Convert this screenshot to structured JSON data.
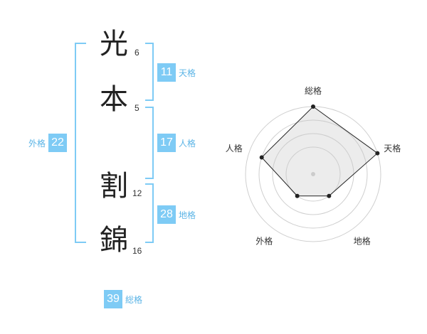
{
  "name": {
    "chars": [
      {
        "kanji": "光",
        "strokes": "6"
      },
      {
        "kanji": "本",
        "strokes": "5"
      },
      {
        "kanji": "割",
        "strokes": "12"
      },
      {
        "kanji": "錦",
        "strokes": "16"
      }
    ]
  },
  "fortune": {
    "tenkaku": {
      "label": "天格",
      "value": "11"
    },
    "jinkaku": {
      "label": "人格",
      "value": "17"
    },
    "chikaku": {
      "label": "地格",
      "value": "28"
    },
    "gaikaku": {
      "label": "外格",
      "value": "22"
    },
    "soukaku": {
      "label": "総格",
      "value": "39"
    }
  },
  "colors": {
    "accent": "#7ecbf5",
    "label": "#5bb4e6",
    "text": "#222222"
  },
  "chart_data": {
    "type": "radar",
    "axes": [
      "総格",
      "天格",
      "地格",
      "外格",
      "人格"
    ],
    "values": [
      4,
      4,
      1,
      1,
      3
    ],
    "rings": 4
  }
}
